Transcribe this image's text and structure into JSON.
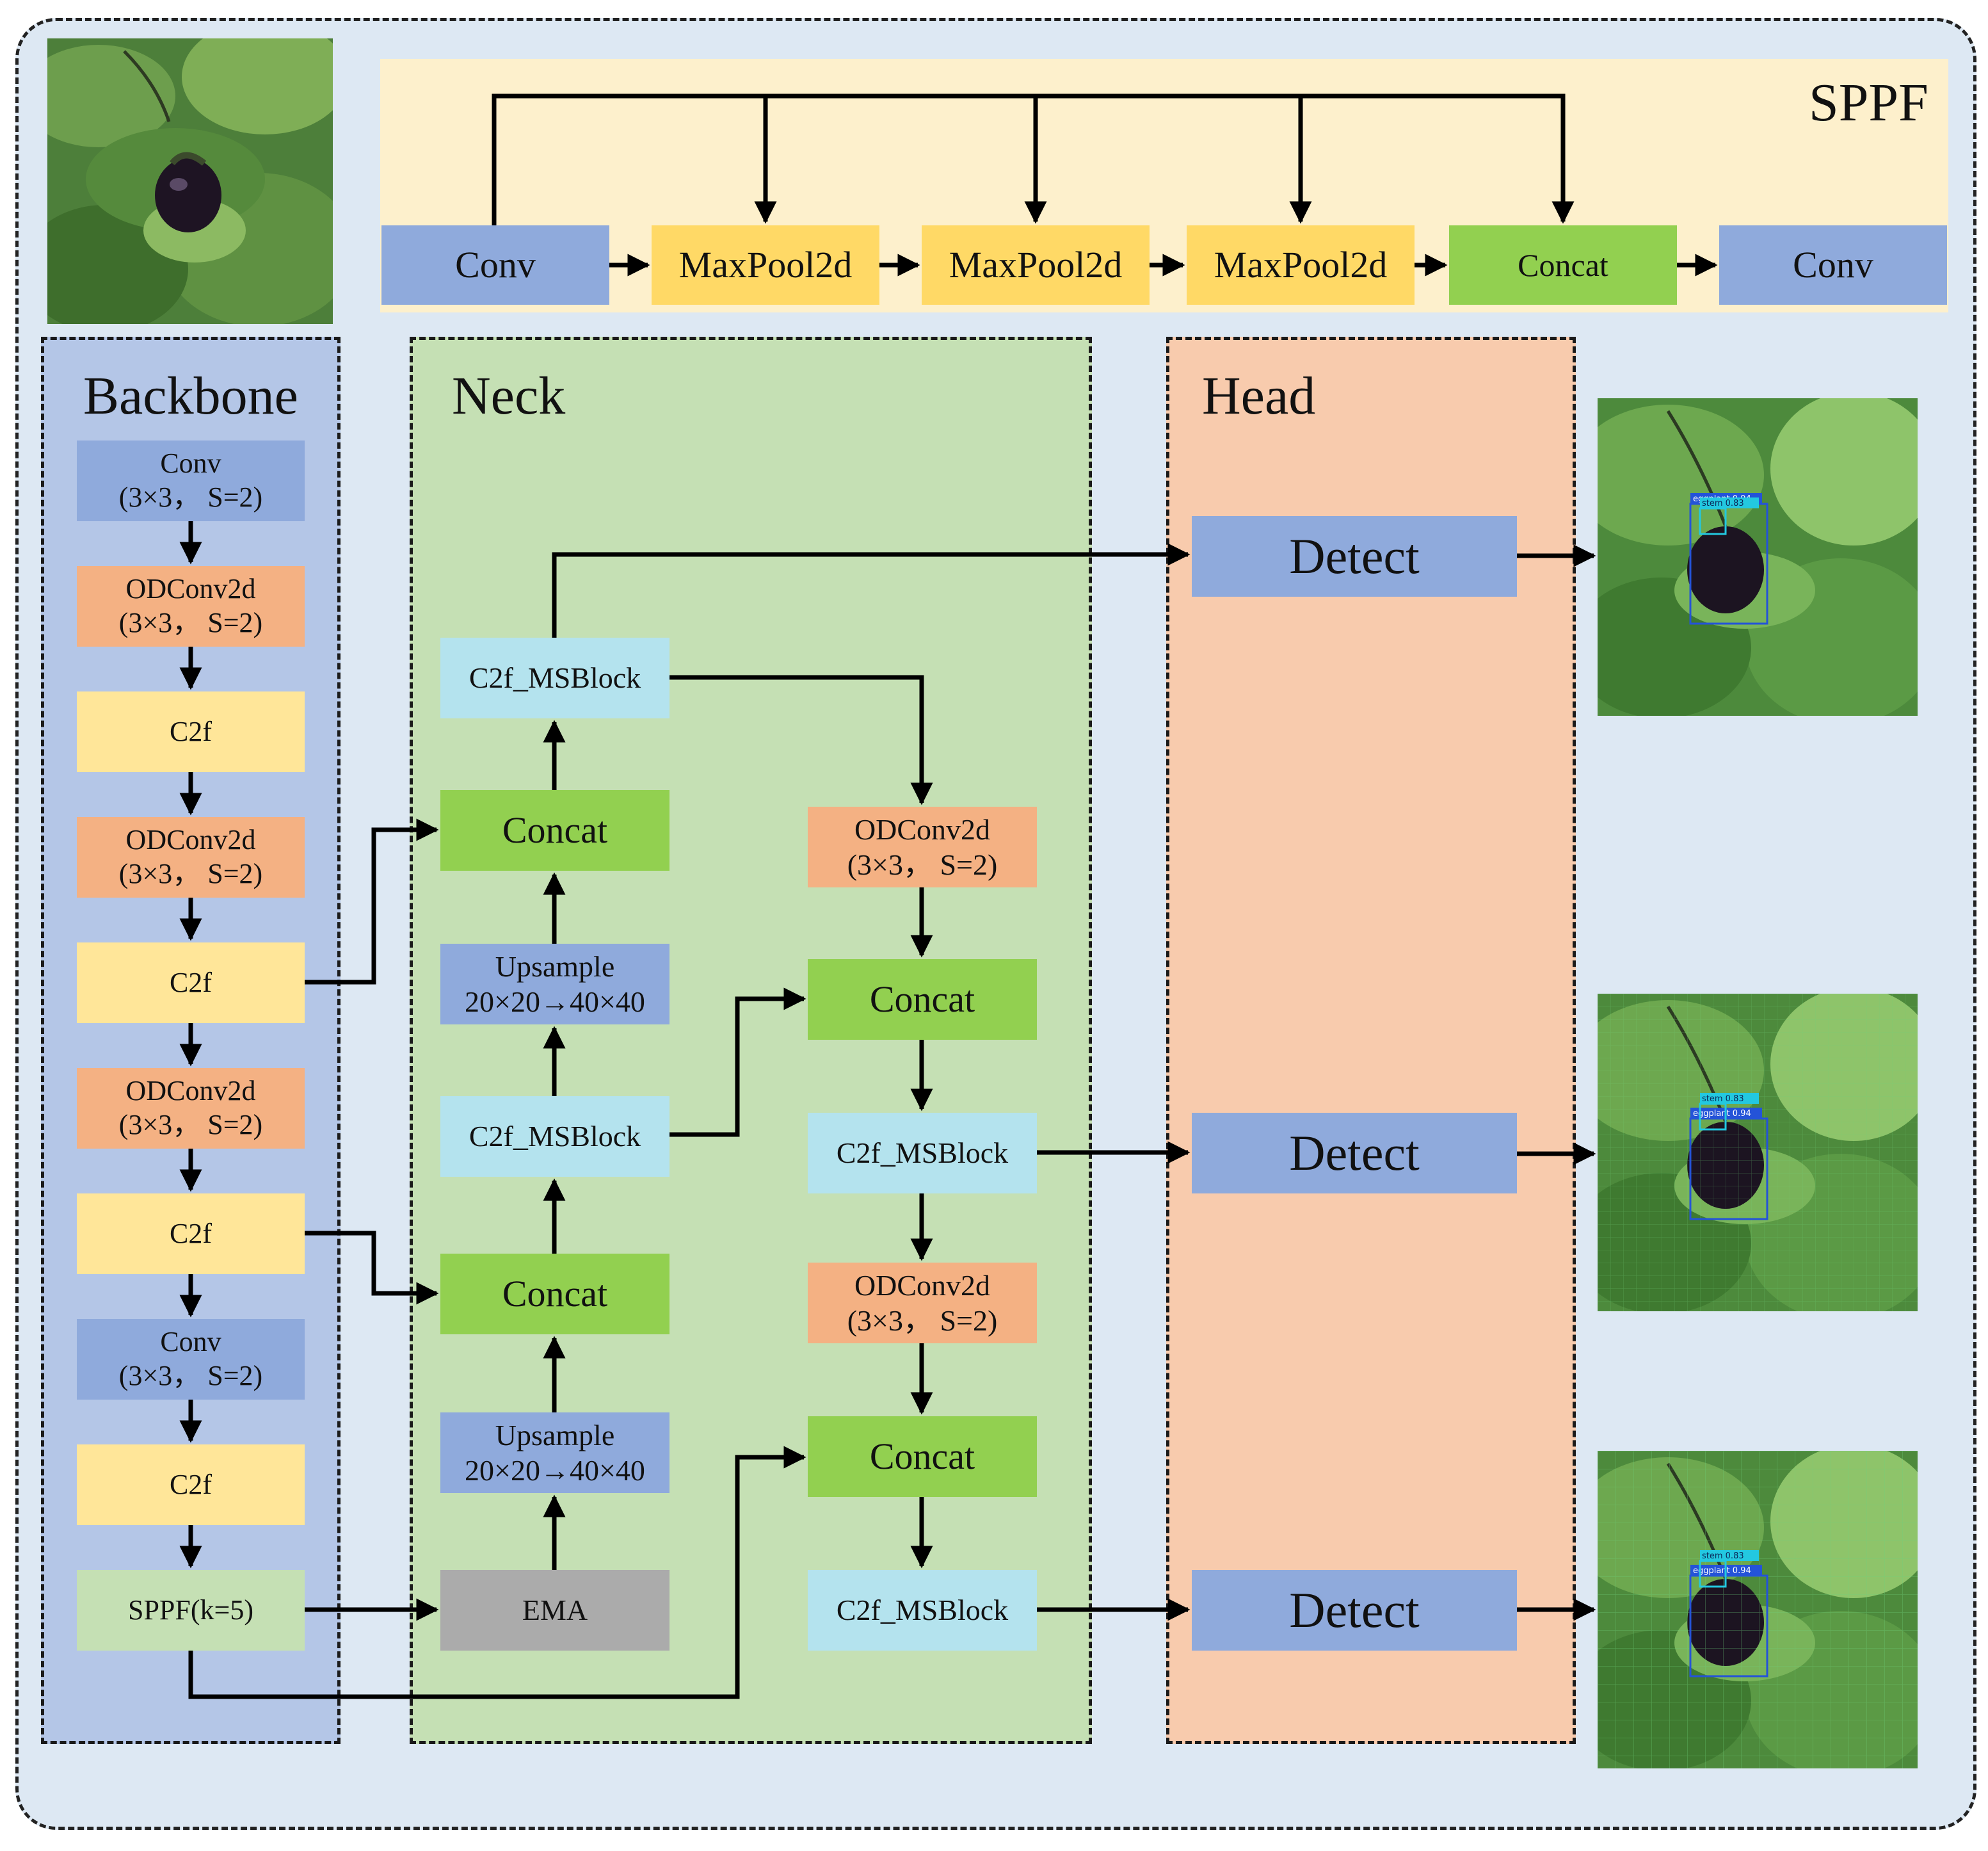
{
  "sppf": {
    "title": "SPPF",
    "blocks": [
      "Conv",
      "MaxPool2d",
      "MaxPool2d",
      "MaxPool2d",
      "Concat",
      "Conv"
    ]
  },
  "backbone": {
    "title": "Backbone",
    "blocks": [
      {
        "line1": "Conv",
        "line2": "(3×3， S=2)"
      },
      {
        "line1": "ODConv2d",
        "line2": "(3×3， S=2)"
      },
      {
        "line1": "C2f",
        "line2": ""
      },
      {
        "line1": "ODConv2d",
        "line2": "(3×3， S=2)"
      },
      {
        "line1": "C2f",
        "line2": ""
      },
      {
        "line1": "ODConv2d",
        "line2": "(3×3， S=2)"
      },
      {
        "line1": "C2f",
        "line2": ""
      },
      {
        "line1": "Conv",
        "line2": "(3×3， S=2)"
      },
      {
        "line1": "C2f",
        "line2": ""
      },
      {
        "line1": "SPPF(k=5)",
        "line2": ""
      }
    ]
  },
  "neck": {
    "title": "Neck",
    "left_column": [
      {
        "line1": "C2f_MSBlock",
        "line2": ""
      },
      {
        "line1": "Concat",
        "line2": ""
      },
      {
        "line1": "Upsample",
        "line2": "20×20→40×40"
      },
      {
        "line1": "C2f_MSBlock",
        "line2": ""
      },
      {
        "line1": "Concat",
        "line2": ""
      },
      {
        "line1": "Upsample",
        "line2": "20×20→40×40"
      },
      {
        "line1": "EMA",
        "line2": ""
      }
    ],
    "right_column": [
      {
        "line1": "ODConv2d",
        "line2": "(3×3， S=2)"
      },
      {
        "line1": "Concat",
        "line2": ""
      },
      {
        "line1": "C2f_MSBlock",
        "line2": ""
      },
      {
        "line1": "ODConv2d",
        "line2": "(3×3， S=2)"
      },
      {
        "line1": "Concat",
        "line2": ""
      },
      {
        "line1": "C2f_MSBlock",
        "line2": ""
      }
    ]
  },
  "head": {
    "title": "Head",
    "blocks": [
      "Detect",
      "Detect",
      "Detect"
    ]
  },
  "detections": [
    {
      "labels": [
        "stem 0.83",
        "eggplant 0.94"
      ]
    },
    {
      "labels": [
        "stem 0.83",
        "eggplant 0.94"
      ]
    },
    {
      "labels": [
        "stem 0.83",
        "eggplant 0.94"
      ]
    }
  ],
  "colors": {
    "background": "#dde8f3",
    "sppf_panel": "#fdf0cc",
    "backbone_panel": "#b4c6e7",
    "neck_panel": "#c5e0b4",
    "head_panel": "#f8cbad",
    "conv": "#8faadc",
    "odconv": "#f4b183",
    "c2f": "#ffe699",
    "concat": "#92d050",
    "msblock": "#b4e3ee",
    "ema": "#ababab",
    "sppf_block": "#c5e0b4",
    "maxpool": "#ffd966"
  }
}
